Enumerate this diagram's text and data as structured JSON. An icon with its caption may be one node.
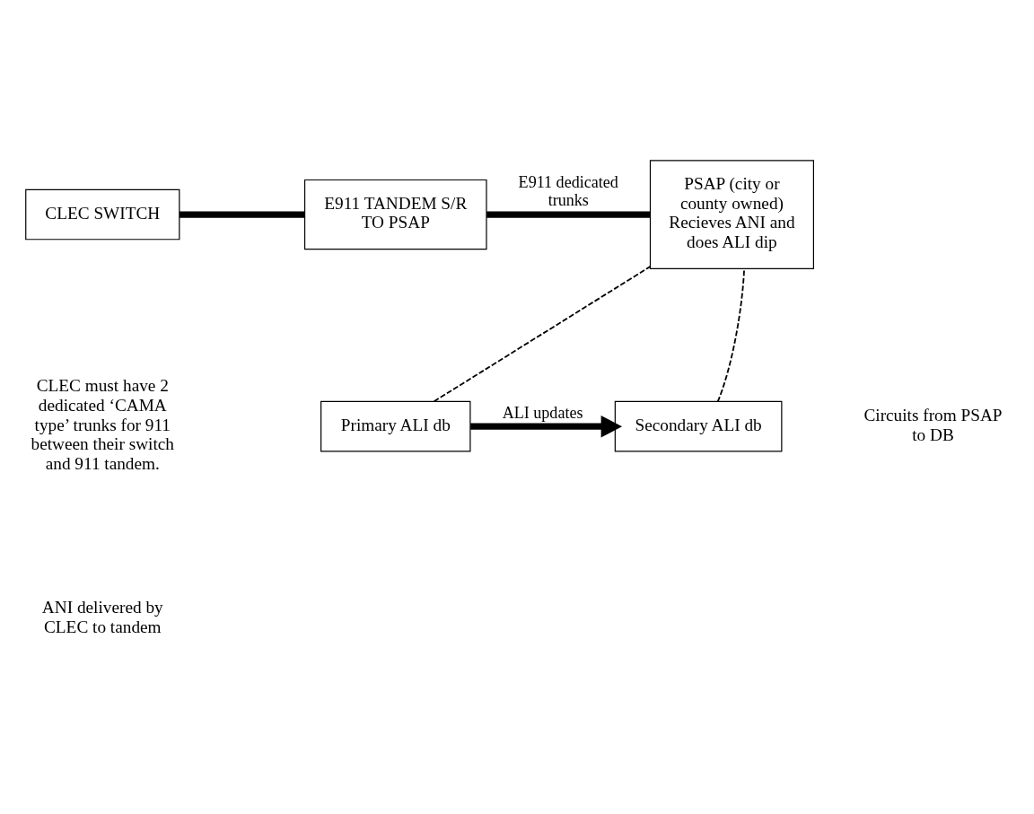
{
  "diagram": {
    "nodes": [
      {
        "text": [
          "CLEC SWITCH"
        ]
      },
      {
        "text": [
          "E911 TANDEM S/R TO PSAP"
        ]
      },
      {
        "text": [
          "PSAP (city or county owned) Recieves ANI and does ALI dip"
        ]
      },
      {
        "text": [
          "Primary ALI db"
        ]
      },
      {
        "text": [
          "Secondary ALI db"
        ]
      }
    ],
    "edges": [
      {
        "from": 0,
        "to": 1,
        "arrow": "none"
      },
      {
        "from": 1,
        "to": 2,
        "arrow": "none",
        "label": "E911 dedicated trunks"
      },
      {
        "from": 3,
        "to": 2,
        "arrow": "none",
        "style": "dashed"
      },
      {
        "from": 4,
        "to": 2,
        "arrow": "none",
        "style": "dashed"
      },
      {
        "from": 3,
        "to": 4,
        "arrow": "to",
        "label": "ALI updates"
      }
    ],
    "labels": [
      "CLEC must have 2 dedicated ‘CAMA type’ trunks for 911 between their switch and 911 tandem.",
      "ANI delivered by CLEC to tandem",
      "Circuits from PSAP to DB"
    ]
  }
}
